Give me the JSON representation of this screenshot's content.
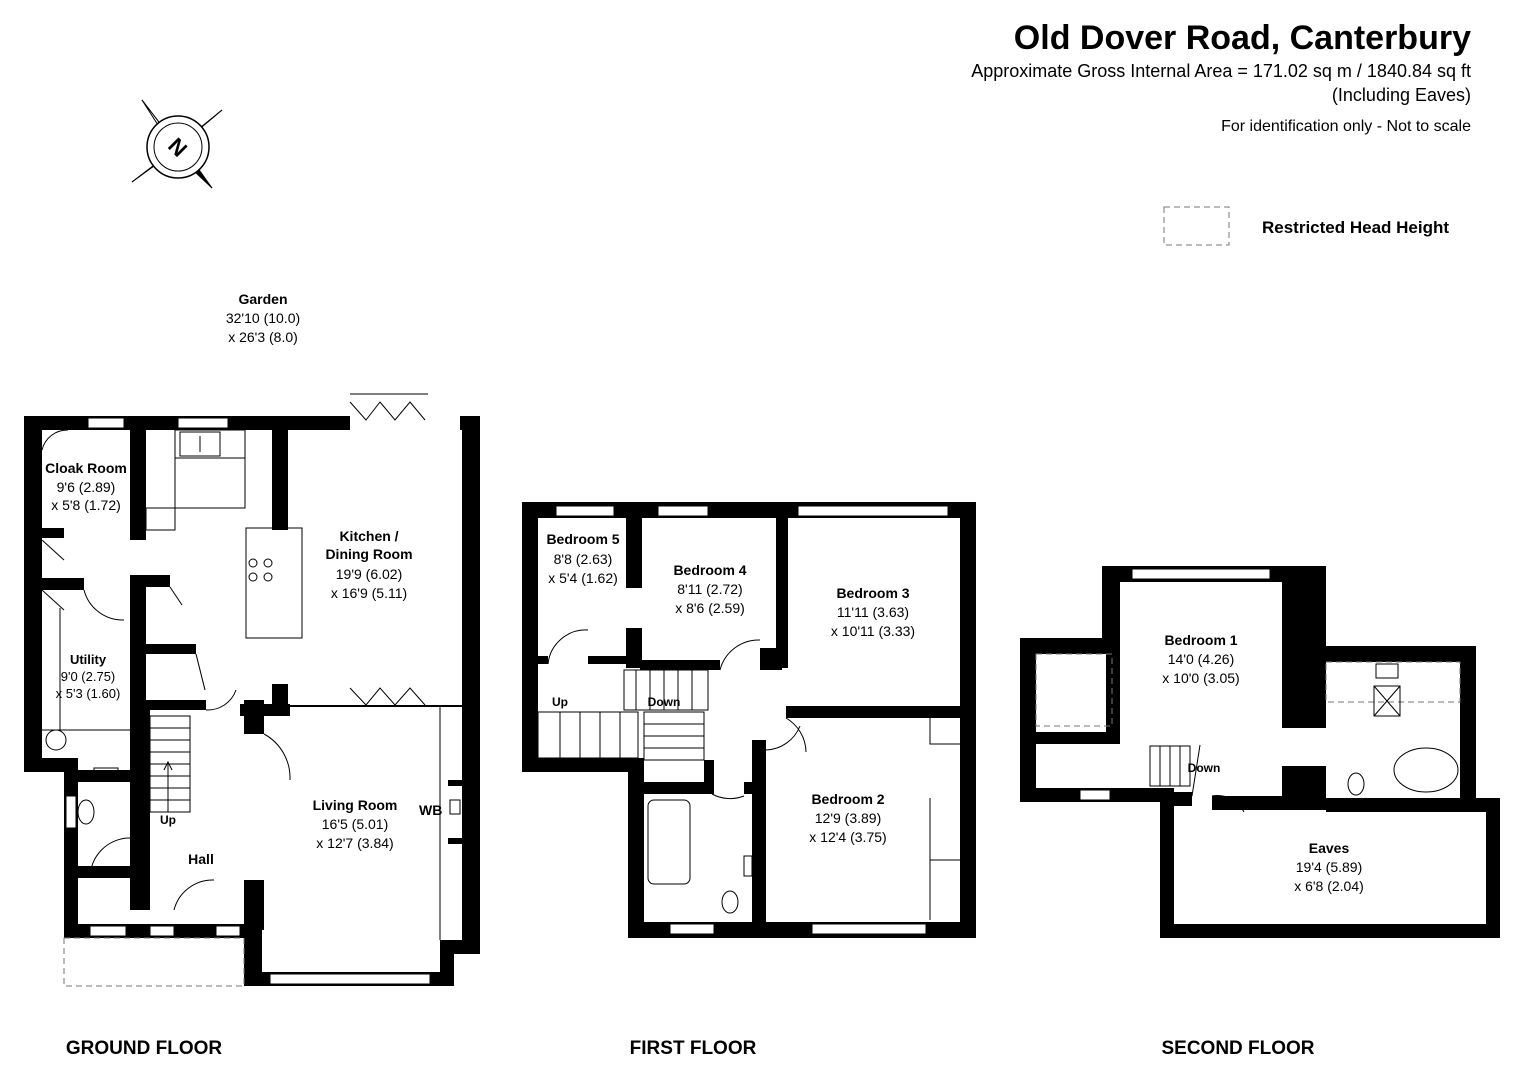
{
  "header": {
    "title": "Old Dover Road, Canterbury",
    "area_line": "Approximate Gross Internal Area = 171.02 sq m / 1840.84 sq ft",
    "eaves_note": "(Including Eaves)",
    "disclaimer": "For identification only - Not to scale"
  },
  "legend": {
    "restricted_label": "Restricted Head Height"
  },
  "floors": {
    "ground": {
      "label": "GROUND FLOOR"
    },
    "first": {
      "label": "FIRST FLOOR"
    },
    "second": {
      "label": "SECOND FLOOR"
    }
  },
  "rooms": {
    "garden": {
      "name": "Garden",
      "dim1": "32'10 (10.0)",
      "dim2": "x 26'3 (8.0)"
    },
    "cloak": {
      "name": "Cloak Room",
      "dim1": "9'6 (2.89)",
      "dim2": "x 5'8 (1.72)"
    },
    "kitchen": {
      "name": "Kitchen /",
      "name2": "Dining Room",
      "dim1": "19'9 (6.02)",
      "dim2": "x 16'9 (5.11)"
    },
    "utility": {
      "name": "Utility",
      "dim1": "9'0 (2.75)",
      "dim2": "x 5'3 (1.60)"
    },
    "living": {
      "name": "Living Room",
      "dim1": "16'5 (5.01)",
      "dim2": "x 12'7 (3.84)"
    },
    "hall": {
      "name": "Hall"
    },
    "bed5": {
      "name": "Bedroom 5",
      "dim1": "8'8 (2.63)",
      "dim2": "x 5'4 (1.62)"
    },
    "bed4": {
      "name": "Bedroom 4",
      "dim1": "8'11 (2.72)",
      "dim2": "x 8'6 (2.59)"
    },
    "bed3": {
      "name": "Bedroom 3",
      "dim1": "11'11 (3.63)",
      "dim2": "x 10'11 (3.33)"
    },
    "bed2": {
      "name": "Bedroom 2",
      "dim1": "12'9 (3.89)",
      "dim2": "x 12'4 (3.75)"
    },
    "bed1": {
      "name": "Bedroom 1",
      "dim1": "14'0 (4.26)",
      "dim2": "x 10'0 (3.05)"
    },
    "eaves": {
      "name": "Eaves",
      "dim1": "19'4 (5.89)",
      "dim2": "x 6'8 (2.04)"
    }
  },
  "labels": {
    "wb": "WB",
    "up": "Up",
    "down": "Down",
    "compass": "N"
  }
}
